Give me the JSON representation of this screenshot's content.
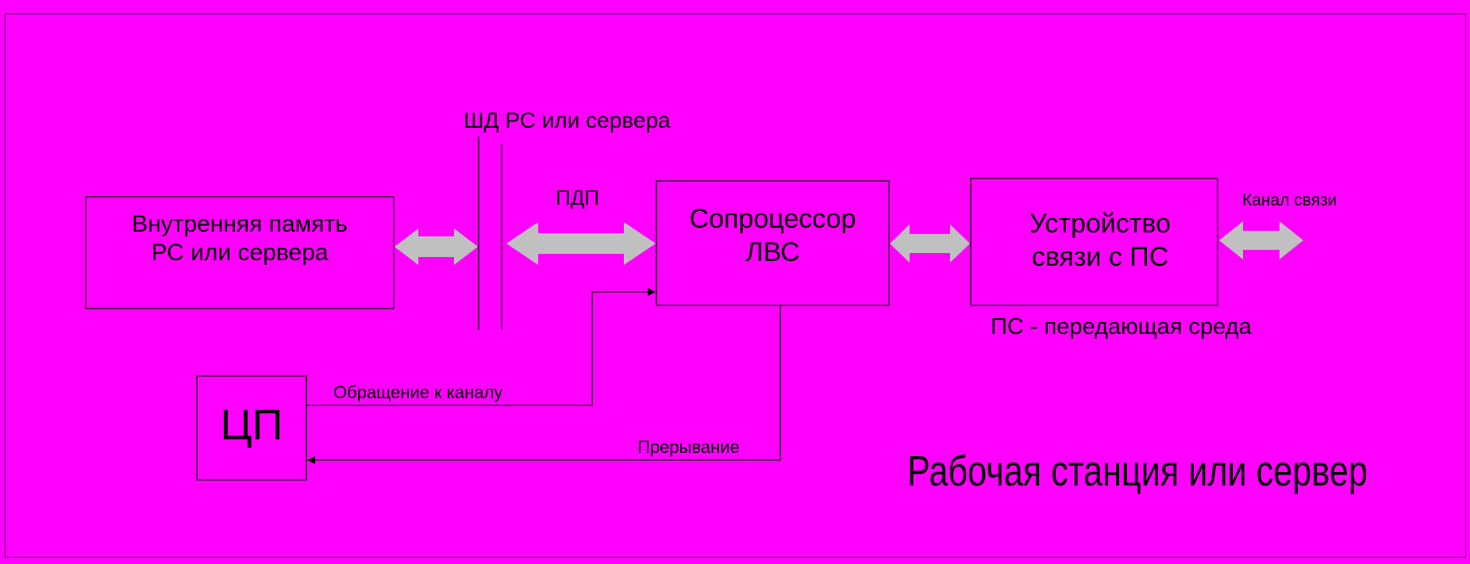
{
  "colors": {
    "background": "#ff00ff",
    "lines": "#000000",
    "arrows": "#c0c0c0"
  },
  "blocks": {
    "memory": {
      "line1": "Внутренняя память",
      "line2": "РС или сервера"
    },
    "coprocessor": {
      "line1": "Сопроцессор",
      "line2": "ЛВС"
    },
    "comm_device": {
      "line1": "Устройство",
      "line2": "связи с ПС"
    },
    "cpu": {
      "label": "ЦП"
    }
  },
  "labels": {
    "data_bus": "ШД РС или сервера",
    "dma": "ПДП",
    "channel": "Канал связи",
    "medium_note": "ПС - передающая среда",
    "channel_request": "Обращение к каналу",
    "interrupt": "Прерывание",
    "title": "Рабочая станция или сервер"
  }
}
